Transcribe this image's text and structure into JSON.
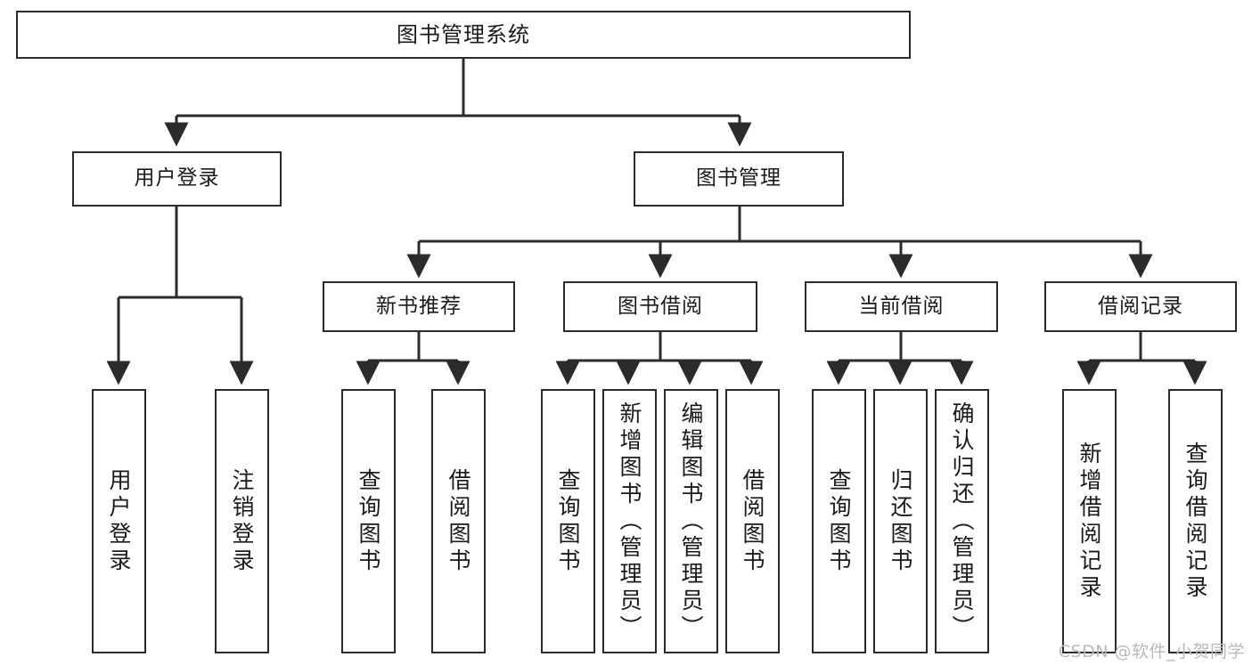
{
  "diagram": {
    "title": "图书管理系统",
    "type": "tree",
    "root": {
      "label": "图书管理系统"
    },
    "level2": [
      {
        "id": "user-login",
        "label": "用户登录"
      },
      {
        "id": "book-manage",
        "label": "图书管理"
      }
    ],
    "level3": [
      {
        "id": "new-book-recommend",
        "label": "新书推荐",
        "parent": "book-manage"
      },
      {
        "id": "book-borrow",
        "label": "图书借阅",
        "parent": "book-manage"
      },
      {
        "id": "current-borrow",
        "label": "当前借阅",
        "parent": "book-manage"
      },
      {
        "id": "borrow-record",
        "label": "借阅记录",
        "parent": "book-manage"
      }
    ],
    "leaves": [
      {
        "id": "leaf-user-login",
        "label": "用户登录",
        "parent": "user-login"
      },
      {
        "id": "leaf-logout-login",
        "label": "注销登录",
        "parent": "user-login"
      },
      {
        "id": "leaf-query-book-1",
        "label": "查询图书",
        "parent": "new-book-recommend"
      },
      {
        "id": "leaf-borrow-book-1",
        "label": "借阅图书",
        "parent": "new-book-recommend"
      },
      {
        "id": "leaf-query-book-2",
        "label": "查询图书",
        "parent": "book-borrow"
      },
      {
        "id": "leaf-add-book",
        "label": "新增图书（管理员）",
        "parent": "book-borrow"
      },
      {
        "id": "leaf-edit-book",
        "label": "编辑图书（管理员）",
        "parent": "book-borrow"
      },
      {
        "id": "leaf-borrow-book-2",
        "label": "借阅图书",
        "parent": "book-borrow"
      },
      {
        "id": "leaf-query-book-3",
        "label": "查询图书",
        "parent": "current-borrow"
      },
      {
        "id": "leaf-return-book",
        "label": "归还图书",
        "parent": "current-borrow"
      },
      {
        "id": "leaf-confirm-return",
        "label": "确认归还（管理员）",
        "parent": "current-borrow"
      },
      {
        "id": "leaf-add-record",
        "label": "新增借阅记录",
        "parent": "borrow-record"
      },
      {
        "id": "leaf-query-record",
        "label": "查询借阅记录",
        "parent": "borrow-record"
      }
    ],
    "colors": {
      "stroke": "#2b2b2b",
      "fill": "#ffffff",
      "text": "#1a1a1a",
      "watermark": "#b9b9b9"
    }
  },
  "watermark": {
    "text": "CSDN @软件_小贺同学"
  }
}
